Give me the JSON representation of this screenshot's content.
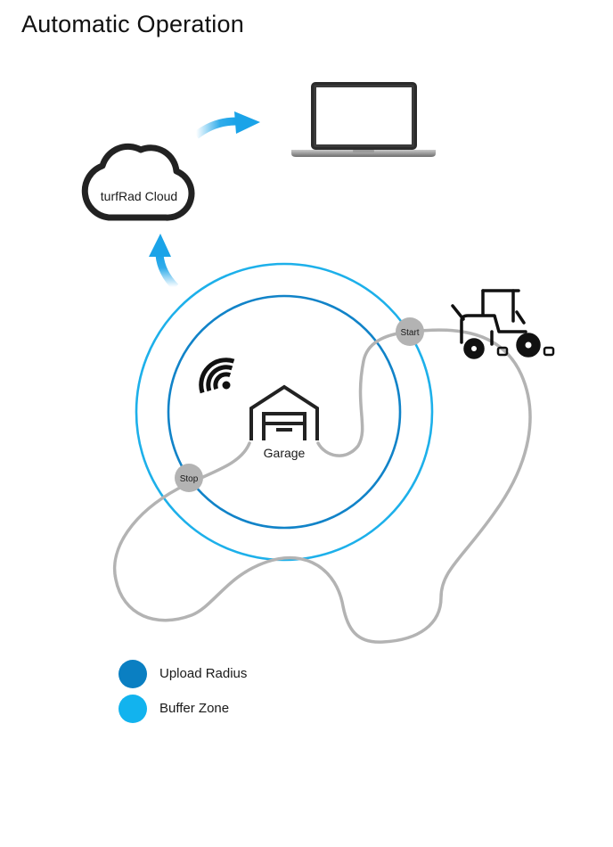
{
  "title": "Automatic Operation",
  "nodes": {
    "cloud_label": "turfRad Cloud",
    "garage_label": "Garage",
    "start_label": "Start",
    "stop_label": "Stop"
  },
  "legend": [
    {
      "label": "Upload Radius",
      "color": "#0A7FC2"
    },
    {
      "label": "Buffer Zone",
      "color": "#12B3EE"
    }
  ],
  "colors": {
    "upload_radius": "#1183C8",
    "buffer_zone": "#1DB0EA",
    "path": "#b3b3b3",
    "arrow": "#1aa3e8"
  }
}
